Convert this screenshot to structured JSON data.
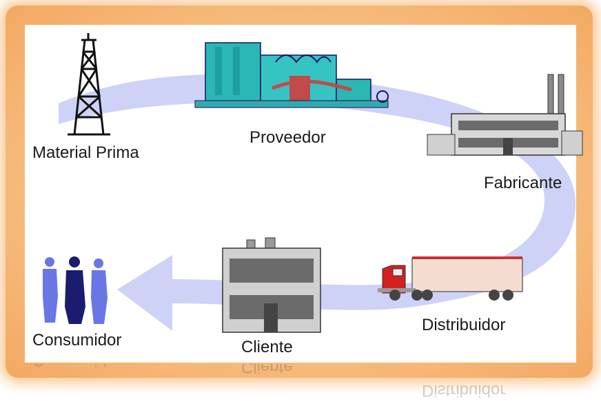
{
  "nodes": {
    "material_prima": "Material Prima",
    "proveedor": "Proveedor",
    "fabricante": "Fabricante",
    "distribuidor": "Distribuidor",
    "cliente": "Cliente",
    "consumidor": "Consumidor"
  },
  "colors": {
    "arrow": "#c9cdf6",
    "frame": "#f3a861",
    "people": "#6a76e6",
    "factory_teal": "#2bb7b4",
    "truck_red": "#d32020"
  }
}
